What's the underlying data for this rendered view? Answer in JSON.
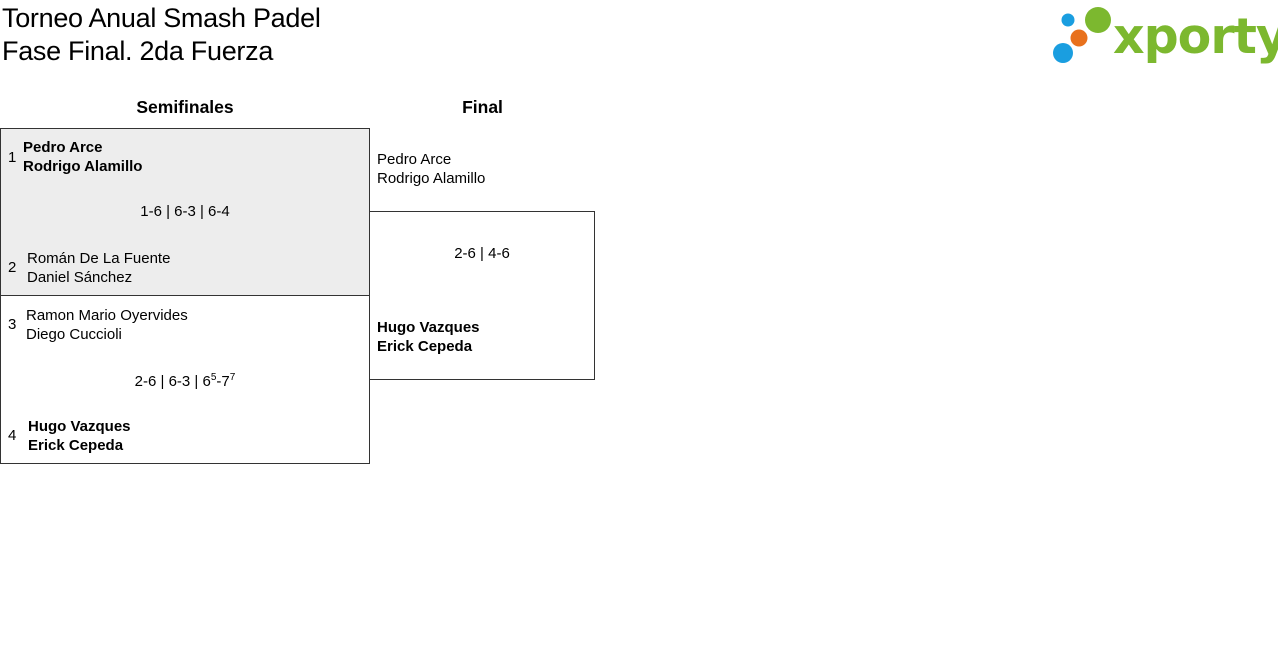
{
  "header": {
    "title_line1": "Torneo Anual Smash Padel",
    "title_line2": "Fase Final. 2da Fuerza",
    "logo_text": "xporty",
    "logo_colors": {
      "green": "#7cb82f",
      "blue": "#1a9ee0",
      "orange": "#e8711d"
    }
  },
  "rounds": {
    "semifinal_label": "Semifinales",
    "final_label": "Final"
  },
  "semifinal_1": {
    "seed_a": "1",
    "team_a": [
      "Pedro Arce",
      "Rodrigo Alamillo"
    ],
    "seed_b": "2",
    "team_b": [
      "Román De La Fuente",
      "Daniel Sánchez"
    ],
    "score": "1-6 | 6-3 | 6-4",
    "winner": "a"
  },
  "semifinal_2": {
    "seed_a": "3",
    "team_a": [
      "Ramon Mario Oyervides",
      "Diego Cuccioli"
    ],
    "seed_b": "4",
    "team_b": [
      "Hugo Vazques",
      "Erick Cepeda"
    ],
    "score_main": "2-6 | 6-3 | 6",
    "score_sup1": "5",
    "score_mid": "-7",
    "score_sup2": "7",
    "winner": "b"
  },
  "final": {
    "team_a": [
      "Pedro Arce",
      "Rodrigo Alamillo"
    ],
    "team_b": [
      "Hugo Vazques",
      "Erick Cepeda"
    ],
    "score": "2-6 | 4-6",
    "winner": "b"
  }
}
